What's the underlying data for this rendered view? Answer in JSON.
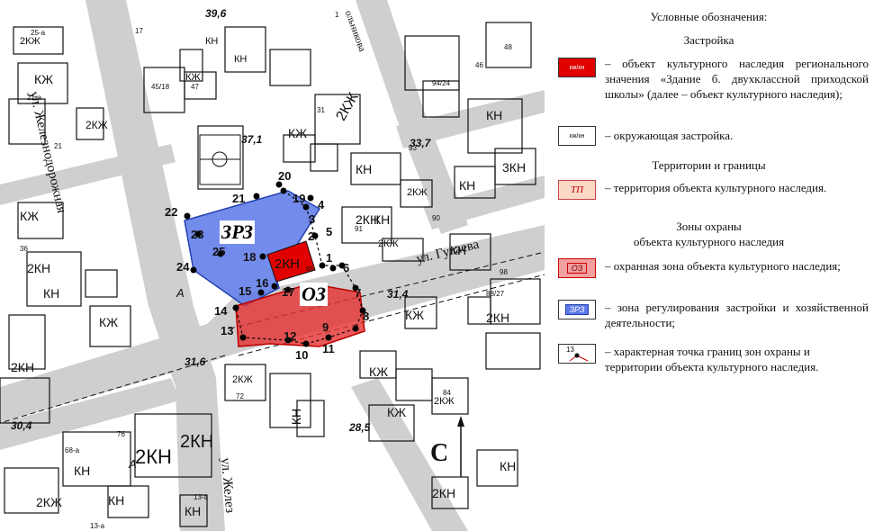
{
  "legend": {
    "title": "Условные обозначения:",
    "section_building": "Застройка",
    "heritage_object_symbol": "кж/кн",
    "heritage_object_text": "– объект культурного наследия регионального значения «Здание б. двухклассной приходской школы» (далее – объект культурного наследия);",
    "surrounding_symbol": "кж/кн",
    "surrounding_text": "– окружающая застройка.",
    "section_territories": "Территории и границы",
    "territory_symbol": "ТП",
    "territory_text": "– территория объекта культурного наследия.",
    "section_zones_1": "Зоны охраны",
    "section_zones_2": "объекта культурного наследия",
    "protect_zone_symbol": "ОЗ",
    "protect_zone_text": "– охранная зона объекта культурного наследия;",
    "reg_zone_symbol": "ЗРЗ",
    "reg_zone_text": "– зона регулирования застройки и хозяйственной деятельности;",
    "point_symbol": "13",
    "point_text": "– характерная точка границ зон охраны и территории объекта культурного наследия."
  },
  "map": {
    "streets": {
      "zheleznodorozhnaya": "ул. Железнодорожная",
      "zhelezn_bottom": "ул. Желез",
      "gulaeva": "ул. Гулаева",
      "top_street": "ольникова"
    },
    "zones": {
      "zrz": "ЗРЗ",
      "oz": "ОЗ",
      "heritage": "2КН",
      "heritage_num": "89"
    },
    "north": "С",
    "elevations": [
      "39,6",
      "33,7",
      "37,1",
      "31,4",
      "31,6",
      "30,4",
      "28,5"
    ],
    "points": [
      "1",
      "2",
      "3",
      "4",
      "5",
      "6",
      "7",
      "8",
      "9",
      "10",
      "11",
      "12",
      "13",
      "14",
      "15",
      "16",
      "17",
      "18",
      "19",
      "20",
      "21",
      "22",
      "23",
      "24",
      "25"
    ],
    "building_labels": [
      "2КЖ",
      "КЖ",
      "КН",
      "2КН",
      "КЖ",
      "КН",
      "2КЖ",
      "2КН",
      "3КН",
      "КН",
      "2КЖ",
      "2КН",
      "КЖ",
      "КН",
      "2КЖ",
      "КЖ",
      "КН",
      "2КЖ",
      "КН",
      "КЖ",
      "КН",
      "КН",
      "2КН",
      "2КН",
      "КН",
      "2КЖ",
      "КЖ",
      "КН",
      "2КЖ",
      "КН",
      "2КН",
      "КН",
      "2КЖ",
      "КЖ",
      "КЖ",
      "КН",
      "2КН"
    ],
    "house_numbers": [
      "45/18",
      "47",
      "31",
      "21-а",
      "21",
      "25-а",
      "36",
      "68-а",
      "76",
      "72",
      "84",
      "91",
      "94/24",
      "90",
      "93",
      "98",
      "48",
      "46",
      "1",
      "17",
      "13-а",
      "13-а",
      "88/27"
    ],
    "zone_letter": "А"
  }
}
